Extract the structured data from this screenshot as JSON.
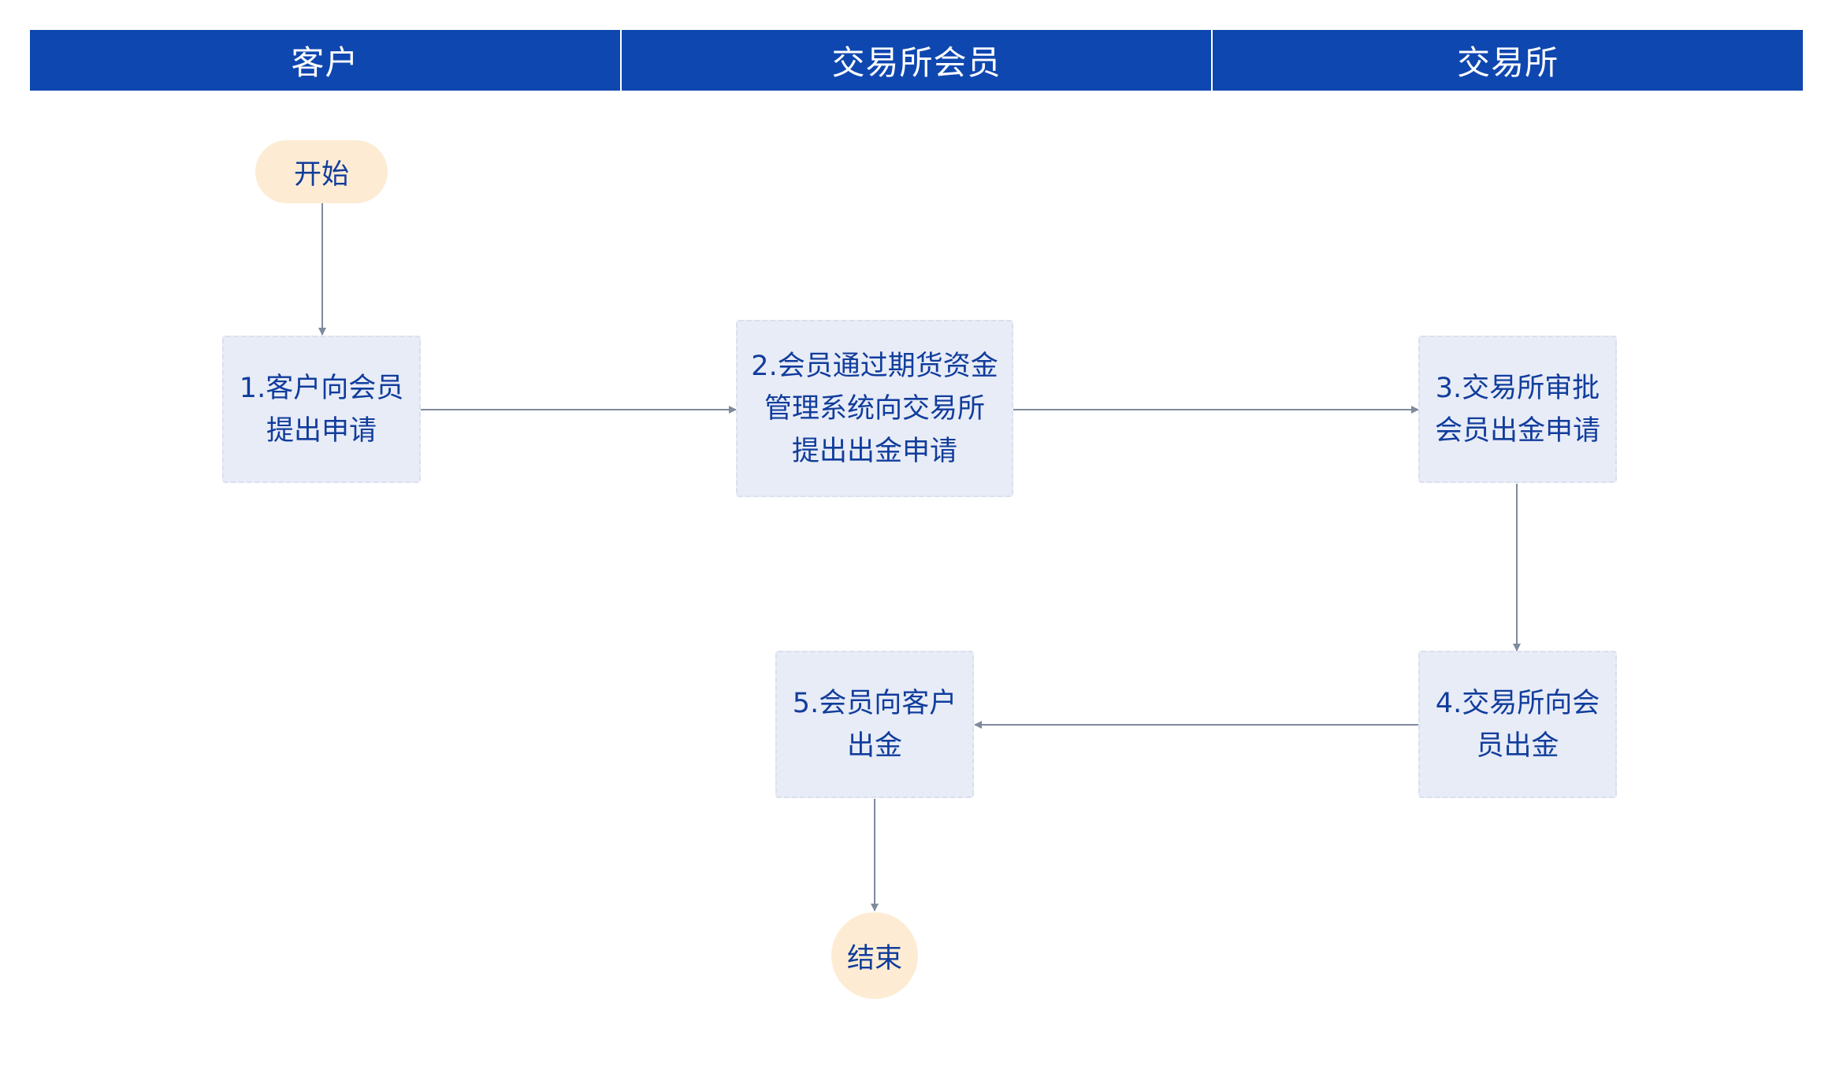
{
  "lanes": [
    {
      "label": "客户"
    },
    {
      "label": "交易所会员"
    },
    {
      "label": "交易所"
    }
  ],
  "nodes": {
    "start": "开始",
    "step1": "1.客户向会员\n提出申请",
    "step2": "2.会员通过期货资金\n管理系统向交易所\n提出出金申请",
    "step3": "3.交易所审批\n会员出金申请",
    "step4": "4.交易所向会\n员出金",
    "step5": "5.会员向客户\n出金",
    "end": "结束"
  },
  "colors": {
    "header": "#0f47b0",
    "process_fill": "#e8ecf7",
    "terminal_fill": "#fdecd3",
    "text": "#113d9c",
    "connector": "#7f8a9c"
  }
}
